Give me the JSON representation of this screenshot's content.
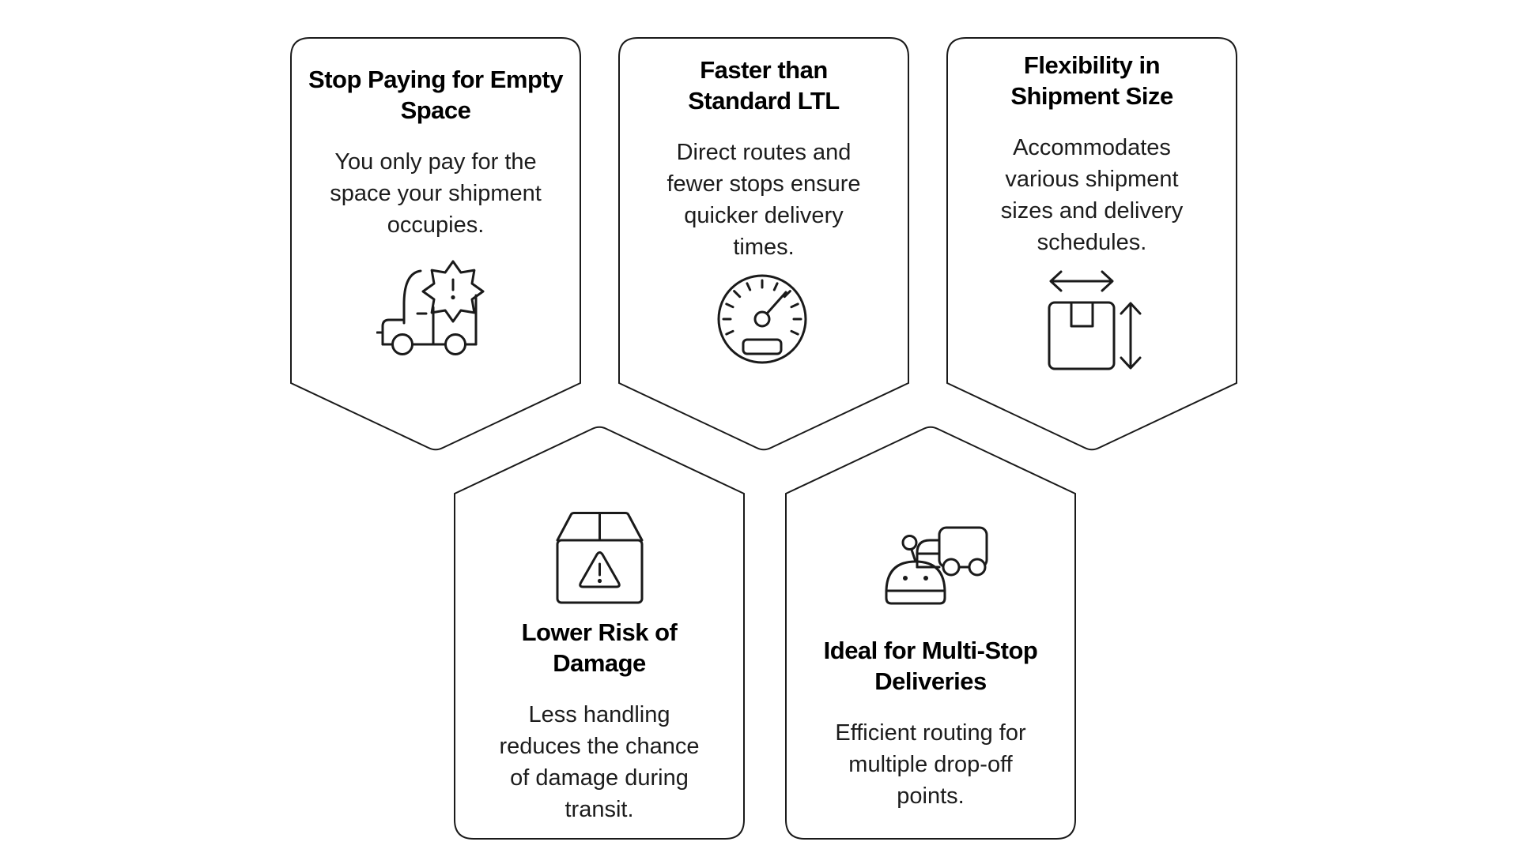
{
  "page": {
    "background": "#ffffff",
    "stroke_color": "#1a1a1a",
    "title_color": "#000000",
    "body_color": "#1c1c1c"
  },
  "cards": [
    {
      "id": "stop-paying-for-empty-space",
      "row": "top",
      "title": "Stop Paying for Empty Space",
      "title_lines": [
        "Stop Paying for Empty",
        "Space"
      ],
      "body": "You only pay for the space your shipment occupies.",
      "body_lines": [
        "You only pay for the",
        "space your shipment",
        "occupies."
      ],
      "icon": "truck-alert-icon"
    },
    {
      "id": "faster-than-standard-ltl",
      "row": "top",
      "title": "Faster than Standard LTL",
      "title_lines": [
        "Faster than",
        "Standard LTL"
      ],
      "body": "Direct routes and fewer stops ensure quicker delivery times.",
      "body_lines": [
        "Direct routes and",
        "fewer stops ensure",
        "quicker delivery",
        "times."
      ],
      "icon": "speedometer-icon"
    },
    {
      "id": "flexibility-in-shipment-size",
      "row": "top",
      "title": "Flexibility in Shipment Size",
      "title_lines": [
        "Flexibility in",
        "Shipment Size"
      ],
      "body": "Accommodates various shipment sizes and delivery schedules.",
      "body_lines": [
        "Accommodates",
        "various shipment",
        "sizes and delivery",
        "schedules."
      ],
      "icon": "package-size-arrows-icon"
    },
    {
      "id": "lower-risk-of-damage",
      "row": "bottom",
      "title": "Lower Risk of Damage",
      "title_lines": [
        "Lower Risk of",
        "Damage"
      ],
      "body": "Less handling reduces the chance of damage during transit.",
      "body_lines": [
        "Less handling",
        "reduces the chance",
        "of damage during",
        "transit."
      ],
      "icon": "damaged-package-warning-icon"
    },
    {
      "id": "ideal-for-multi-stop-deliveries",
      "row": "bottom",
      "title": "Ideal for Multi-Stop Deliveries",
      "title_lines": [
        "Ideal for Multi-Stop",
        "Deliveries"
      ],
      "body": "Efficient routing for multiple drop-off points.",
      "body_lines": [
        "Efficient routing for",
        "multiple drop-off",
        "points."
      ],
      "icon": "delivery-robot-truck-icon"
    }
  ]
}
